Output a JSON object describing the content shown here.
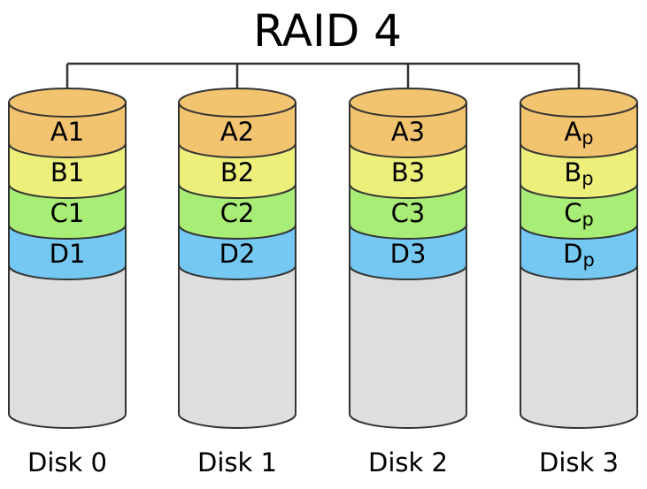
{
  "title": "RAID 4",
  "colors": {
    "stripe_A": "#f2c46f",
    "stripe_B": "#ecf07a",
    "stripe_C": "#a8ed75",
    "stripe_D": "#74c8f1",
    "empty": "#dedede",
    "outline": "#333333",
    "connector": "#333333"
  },
  "disks": [
    {
      "label": "Disk 0",
      "blocks": [
        {
          "stripe": "A",
          "main": "A1",
          "sub": ""
        },
        {
          "stripe": "B",
          "main": "B1",
          "sub": ""
        },
        {
          "stripe": "C",
          "main": "C1",
          "sub": ""
        },
        {
          "stripe": "D",
          "main": "D1",
          "sub": ""
        }
      ]
    },
    {
      "label": "Disk 1",
      "blocks": [
        {
          "stripe": "A",
          "main": "A2",
          "sub": ""
        },
        {
          "stripe": "B",
          "main": "B2",
          "sub": ""
        },
        {
          "stripe": "C",
          "main": "C2",
          "sub": ""
        },
        {
          "stripe": "D",
          "main": "D2",
          "sub": ""
        }
      ]
    },
    {
      "label": "Disk 2",
      "blocks": [
        {
          "stripe": "A",
          "main": "A3",
          "sub": ""
        },
        {
          "stripe": "B",
          "main": "B3",
          "sub": ""
        },
        {
          "stripe": "C",
          "main": "C3",
          "sub": ""
        },
        {
          "stripe": "D",
          "main": "D3",
          "sub": ""
        }
      ]
    },
    {
      "label": "Disk 3",
      "blocks": [
        {
          "stripe": "A",
          "main": "A",
          "sub": "p"
        },
        {
          "stripe": "B",
          "main": "B",
          "sub": "p"
        },
        {
          "stripe": "C",
          "main": "C",
          "sub": "p"
        },
        {
          "stripe": "D",
          "main": "D",
          "sub": "p"
        }
      ]
    }
  ]
}
